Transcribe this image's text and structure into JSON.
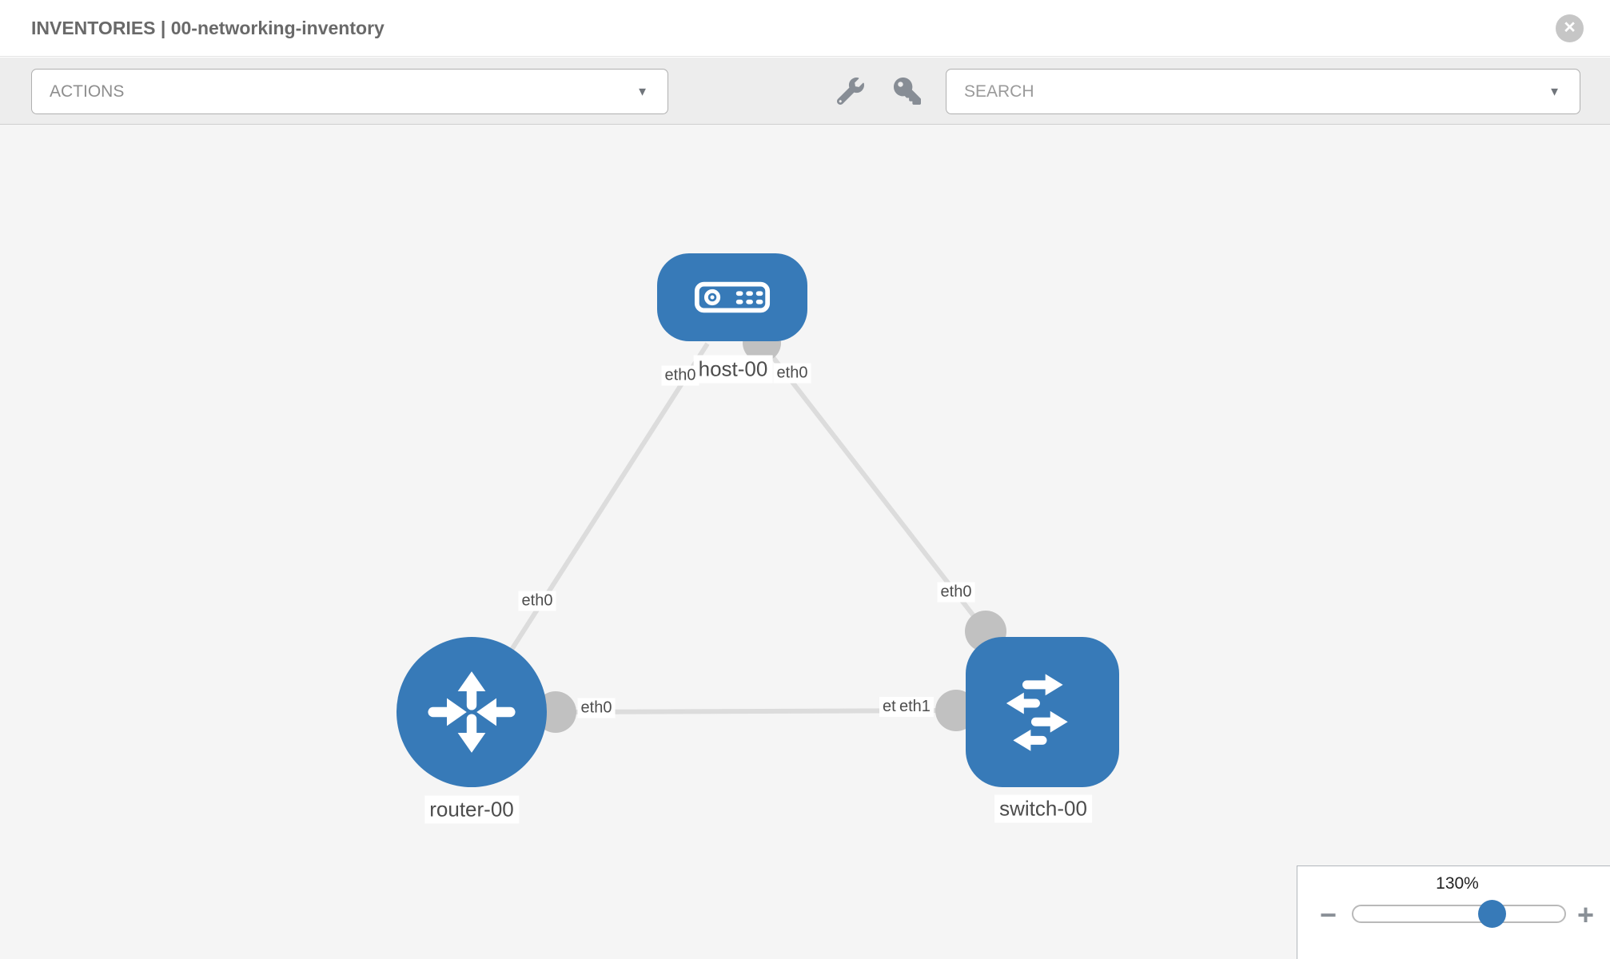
{
  "header": {
    "title": "INVENTORIES | 00-networking-inventory",
    "close_glyph": "×"
  },
  "toolbar": {
    "actions_label": "ACTIONS",
    "search_placeholder": "SEARCH",
    "caret_glyph": "▼"
  },
  "topology": {
    "nodes": [
      {
        "id": "host-00",
        "label": "host-00",
        "type": "host"
      },
      {
        "id": "router-00",
        "label": "router-00",
        "type": "router"
      },
      {
        "id": "switch-00",
        "label": "switch-00",
        "type": "switch"
      }
    ],
    "links": [
      {
        "from": "router-00",
        "to": "host-00",
        "from_if": "eth0",
        "to_if": "eth0"
      },
      {
        "from": "host-00",
        "to": "switch-00",
        "from_if": "eth0",
        "to_if": "eth0"
      },
      {
        "from": "router-00",
        "to": "switch-00",
        "from_if": "eth0",
        "to_if": "eth1"
      }
    ]
  },
  "zoom_control": {
    "level": "130%",
    "minus_glyph": "−",
    "plus_glyph": "+"
  },
  "colors": {
    "node_blue": "#377ab8",
    "link_gray": "#dcdcdc",
    "connector_gray": "#c1c1c1",
    "canvas_bg": "#f5f5f5",
    "toolbar_bg": "#ededed"
  }
}
